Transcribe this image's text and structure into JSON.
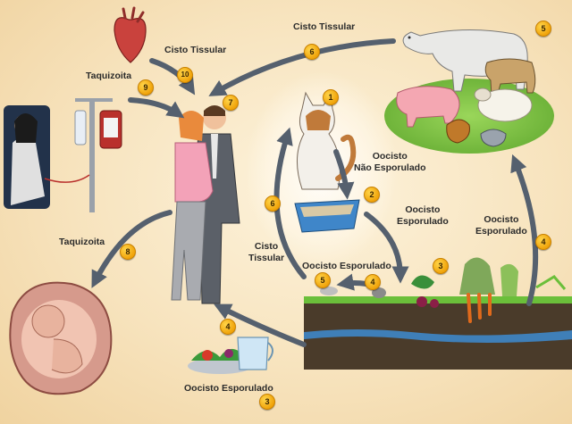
{
  "labels": {
    "cisto_tissular_top": "Cisto Tissular",
    "cisto_tissular_heart": "Cisto Tissular",
    "taquizoita_top": "Taquizoita",
    "oocisto_nao_esporulado": "Oocisto\nNão Esporulado",
    "oocisto_esporulado_right": "Oocisto\nEsporulado",
    "oocisto_esporulado_far": "Oocisto\nEsporulado",
    "cisto_tissular_left": "Cisto\nTissular",
    "oocisto_esporulado_soil": "Oocisto Esporulado",
    "taquizoita_left": "Taquizoita",
    "oocisto_esporulado_bottom": "Oocisto Esporulado"
  },
  "steps": {
    "s1": "1",
    "s2": "2",
    "s3_soil": "3",
    "s3_bottom": "3",
    "s4_soil": "4",
    "s4_far": "4",
    "s4_bottom": "4",
    "s5_animals": "5",
    "s5_soil": "5",
    "s6_top": "6",
    "s6_left": "6",
    "s7": "7",
    "s8": "8",
    "s9": "9",
    "s10": "10"
  },
  "colors": {
    "arrow": "#55606e",
    "badge": "#f5b30f",
    "soil": "#4a3b2a",
    "water": "#3f7fb8",
    "grass": "#6bbf3a"
  }
}
